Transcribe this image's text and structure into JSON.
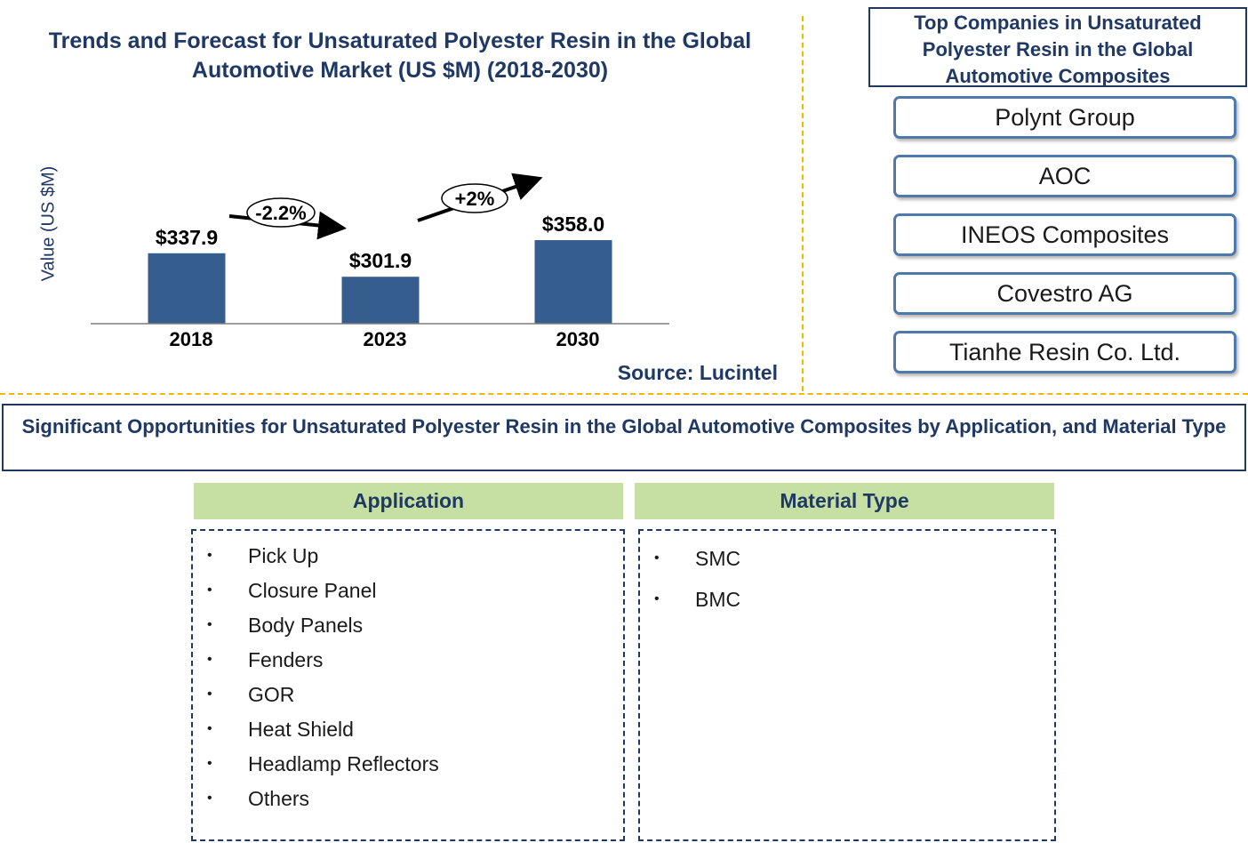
{
  "chart_data": {
    "type": "bar",
    "title": "Trends and Forecast for Unsaturated Polyester Resin in the Global Automotive Market (US $M) (2018-2030)",
    "ylabel": "Value (US $M)",
    "xlabel": "",
    "categories": [
      "2018",
      "2023",
      "2030"
    ],
    "values": [
      337.9,
      301.9,
      358.0
    ],
    "value_labels": [
      "$337.9",
      "$301.9",
      "$358.0"
    ],
    "growth_annotations": [
      {
        "from": "2018",
        "to": "2023",
        "label": "-2.2%"
      },
      {
        "from": "2023",
        "to": "2030",
        "label": "+2%"
      }
    ],
    "bar_color": "#355d8d",
    "grid": false
  },
  "source": "Source: Lucintel",
  "companies": {
    "title": "Top Companies in Unsaturated Polyester Resin in the Global Automotive Composites",
    "items": [
      "Polynt Group",
      "AOC",
      "INEOS Composites",
      "Covestro AG",
      "Tianhe Resin Co. Ltd."
    ]
  },
  "opportunities": {
    "title": "Significant Opportunities for Unsaturated Polyester Resin in the Global Automotive Composites by Application, and Material Type",
    "application": {
      "heading": "Application",
      "items": [
        "Pick Up",
        "Closure Panel",
        "Body Panels",
        "Fenders",
        "GOR",
        "Heat Shield",
        "Headlamp Reflectors",
        "Others"
      ]
    },
    "material_type": {
      "heading": "Material Type",
      "items": [
        "SMC",
        "BMC"
      ]
    }
  },
  "colors": {
    "title_text": "#1f3864",
    "divider": "#f2b700",
    "segment_header_bg": "#c6e0a4",
    "company_border": "#4f78ad"
  }
}
